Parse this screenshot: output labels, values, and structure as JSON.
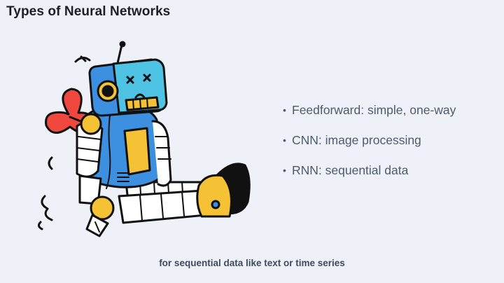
{
  "slide": {
    "title": "Types of Neural Networks",
    "bullets": [
      "Feedforward: simple, one-way",
      "CNN: image processing",
      "RNN: sequential data"
    ],
    "caption": "for sequential data like text or time series"
  },
  "colors": {
    "background": "#eef1f8",
    "robot_blue": "#3d8fe0",
    "robot_cyan": "#4fc3e3",
    "robot_yellow": "#f4c234",
    "windup_key_red": "#f0483e",
    "outline": "#111111"
  },
  "icons": [
    "robot-illustration",
    "windup-key-icon"
  ]
}
